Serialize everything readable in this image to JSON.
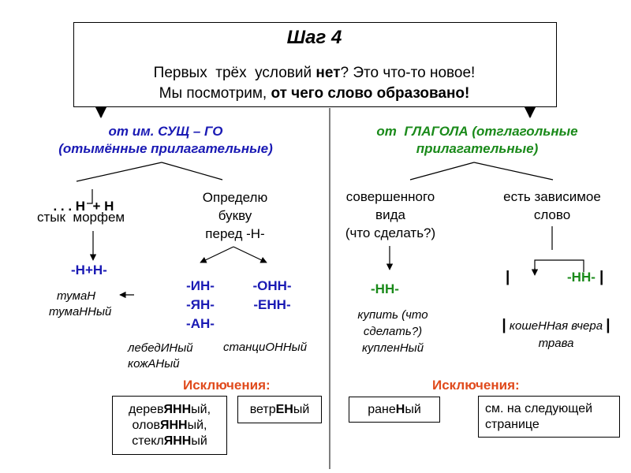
{
  "header": {
    "title": "Шаг 4",
    "line1_a": "Первых  трёх  условий ",
    "line1_b": "нет",
    "line1_c": "? Это что-то новое!",
    "line2_a": "Мы посмотрим, ",
    "line2_b": "от чего слово образовано!"
  },
  "left": {
    "heading1": "от им. СУЩ – ГО",
    "heading2": "(отымённые прилагательные)",
    "joint_formula_a": ". . . Н",
    "joint_formula_b": "+ Н",
    "joint_label": "стык  морфем",
    "joint_result": "-Н+Н-",
    "joint_example1": "тумаН",
    "joint_example2": "тумаННый",
    "letter_text1": "Определю",
    "letter_text2": "букву",
    "letter_text3": "перед -Н-",
    "suffix_in": "-ИН-",
    "suffix_yan": "-ЯН-",
    "suffix_an": "-АН-",
    "suffix_onn": "-ОНН-",
    "suffix_enn": "-ЕНН-",
    "example_left1": "лебедИНый",
    "example_left2": "кожАНый",
    "example_right": "станциОННый",
    "exceptions_label": "Исключения:",
    "exc_box1": [
      {
        "a": "дерев",
        "b": "ЯНН",
        "c": "ый,"
      },
      {
        "a": "олов",
        "b": "ЯНН",
        "c": "ый,"
      },
      {
        "a": "стекл",
        "b": "ЯНН",
        "c": "ый"
      }
    ],
    "exc_box2": {
      "a": "ветр",
      "b": "ЕН",
      "c": "ый"
    }
  },
  "right": {
    "heading1": "от  ГЛАГОЛА (отглагольные",
    "heading2": "прилагательные)",
    "perfect1": "совершенного",
    "perfect2": "вида",
    "perfect3": "(что сделать?)",
    "perfect_result": "-НН-",
    "perfect_example1": "купить (что",
    "perfect_example2": "сделать?)",
    "perfect_example3": "купленНый",
    "dep1": "есть зависимое",
    "dep2": "слово",
    "dep_bar_left": "|",
    "dep_result": "-НН-",
    "dep_bar_right": "|",
    "dep_example_bar1": "|",
    "dep_example_text": " кошеННая вчера ",
    "dep_example_bar2": "|",
    "dep_example_line2": "трава",
    "exceptions_label": "Исключения:",
    "exc_box1": {
      "a": "ране",
      "b": "Н",
      "c": "ый"
    },
    "exc_box2_line1": "см. на следующей",
    "exc_box2_line2": "странице"
  },
  "colors": {
    "blue": "#1a1ab4",
    "green": "#1a8a1a",
    "red": "#e04a1c"
  }
}
